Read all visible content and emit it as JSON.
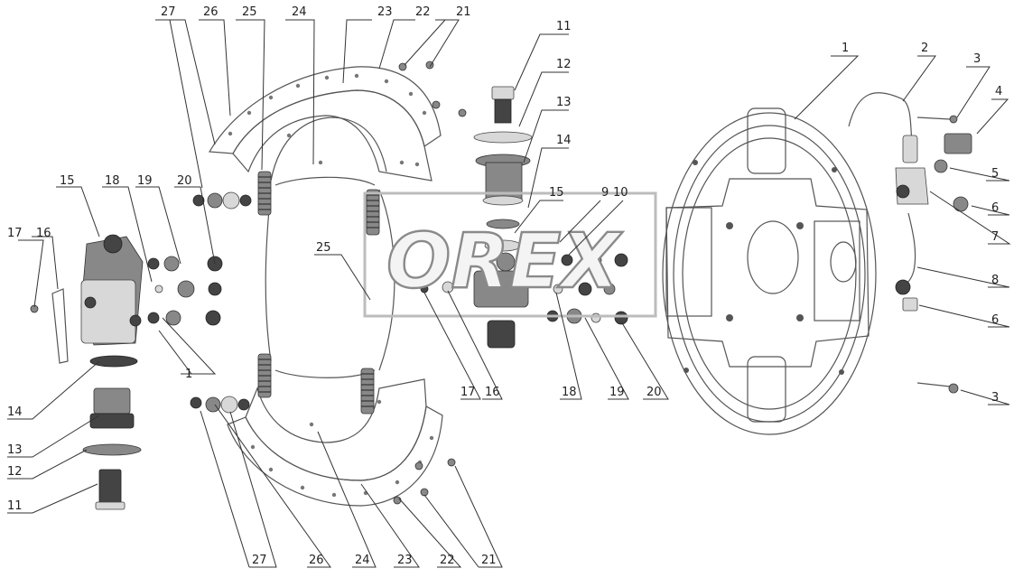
{
  "diagram": {
    "type": "exploded-parts-drawing",
    "subject": "drum brake assembly",
    "watermark_text": "OREX",
    "callouts_top": [
      "27",
      "26",
      "25",
      "24",
      "23",
      "22",
      "21",
      "11",
      "12",
      "13",
      "14",
      "15",
      "9",
      "10"
    ],
    "callouts_left": [
      "17",
      "16",
      "15",
      "18",
      "19",
      "20",
      "1",
      "14",
      "13",
      "12",
      "11"
    ],
    "callouts_middle": [
      "25",
      "17",
      "16",
      "18",
      "19",
      "20"
    ],
    "callouts_bottom": [
      "27",
      "26",
      "24",
      "23",
      "22",
      "21"
    ],
    "callouts_right": [
      "1",
      "2",
      "3",
      "4",
      "5",
      "6",
      "7",
      "8",
      "6",
      "3"
    ]
  }
}
